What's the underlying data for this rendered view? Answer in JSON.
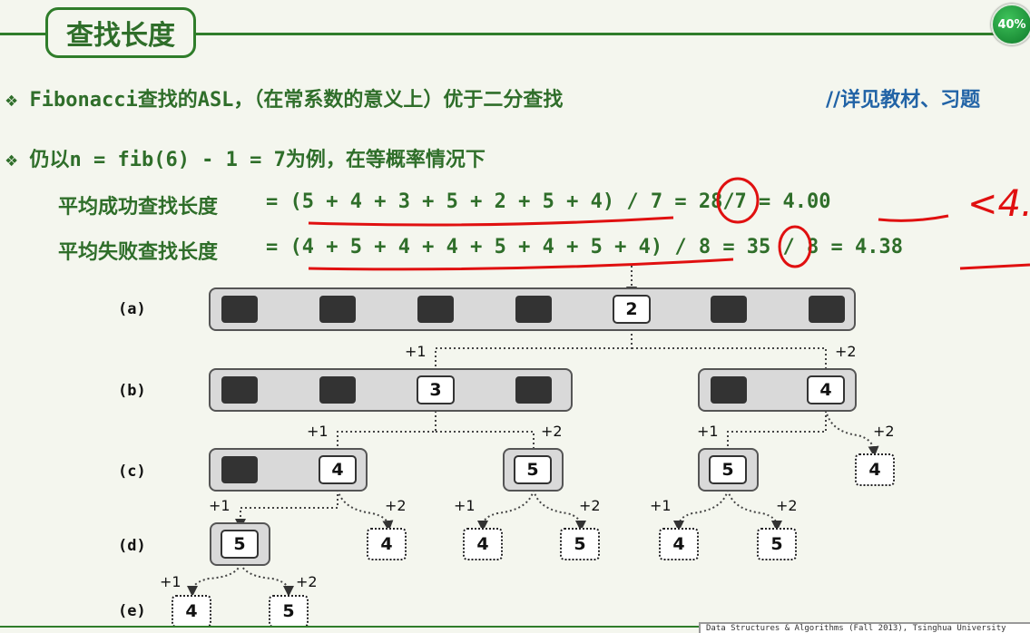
{
  "slide": {
    "title": "查找长度",
    "zoom_badge": "40%",
    "bullet1": "❖ Fibonacci查找的ASL，（在常系数的意义上）优于二分查找",
    "note": "//详见教材、习题",
    "bullet2": "❖ 仍以n = fib(6) - 1 = 7为例，在等概率情况下",
    "success_label": "平均成功查找长度",
    "success_expr": "= (5 + 4 + 3 + 5 + 2 + 5 + 4) / 7 = 28/7 = 4.00",
    "fail_label": "平均失败查找长度",
    "fail_expr": "= (4 + 5 + 4 + 4 + 5 + 4 + 5 + 4) / 8 = 35 / 8 = 4.38",
    "handwriting": "<4.",
    "footer": "Data Structures & Algorithms (Fall 2013), Tsinghua University"
  },
  "diagram": {
    "row_labels": [
      "(a)",
      "(b)",
      "(c)",
      "(d)",
      "(e)"
    ],
    "nodes": {
      "a": "2",
      "b_left": "3",
      "b_right": "4",
      "c_1": "4",
      "c_2": "5",
      "c_3": "5",
      "d_1": "5"
    },
    "fails": {
      "c_fail": "4",
      "d_f1": "4",
      "d_f2": "4",
      "d_f3": "5",
      "d_f4": "4",
      "d_f5": "5",
      "e_f1": "4",
      "e_f2": "5"
    },
    "inc_plus1": "+1",
    "inc_plus2": "+2"
  },
  "colors": {
    "heading_green": "#2f6e2a",
    "note_blue": "#2163a6",
    "annotation_red": "#e01010",
    "background": "#f4f6ee"
  }
}
